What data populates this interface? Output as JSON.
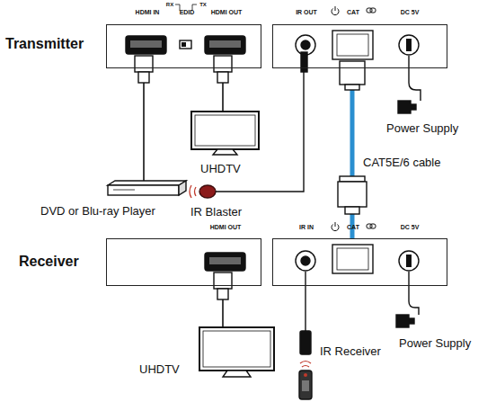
{
  "diagram": {
    "nodes": [
      {
        "text": [
          "Transmitter",
          "HDMI IN",
          "RX",
          "EDID",
          "TX",
          "HDMI OUT"
        ]
      },
      {
        "text": [
          "IR OUT",
          "CAT",
          "DC 5V"
        ]
      },
      {
        "text": [
          "Receiver",
          "HDMI OUT"
        ]
      },
      {
        "text": [
          "IR IN",
          "CAT",
          "DC 5V"
        ]
      }
    ],
    "edges": [
      {
        "from": 1,
        "to": 3,
        "label": "CAT5E/6 cable",
        "arrow": "none"
      }
    ],
    "labels": [
      "UHDTV",
      "DVD or Blu-ray Player",
      "IR Blaster",
      "Power Supply",
      "UHDTV",
      "IR Receiver",
      "Power Supply"
    ]
  }
}
